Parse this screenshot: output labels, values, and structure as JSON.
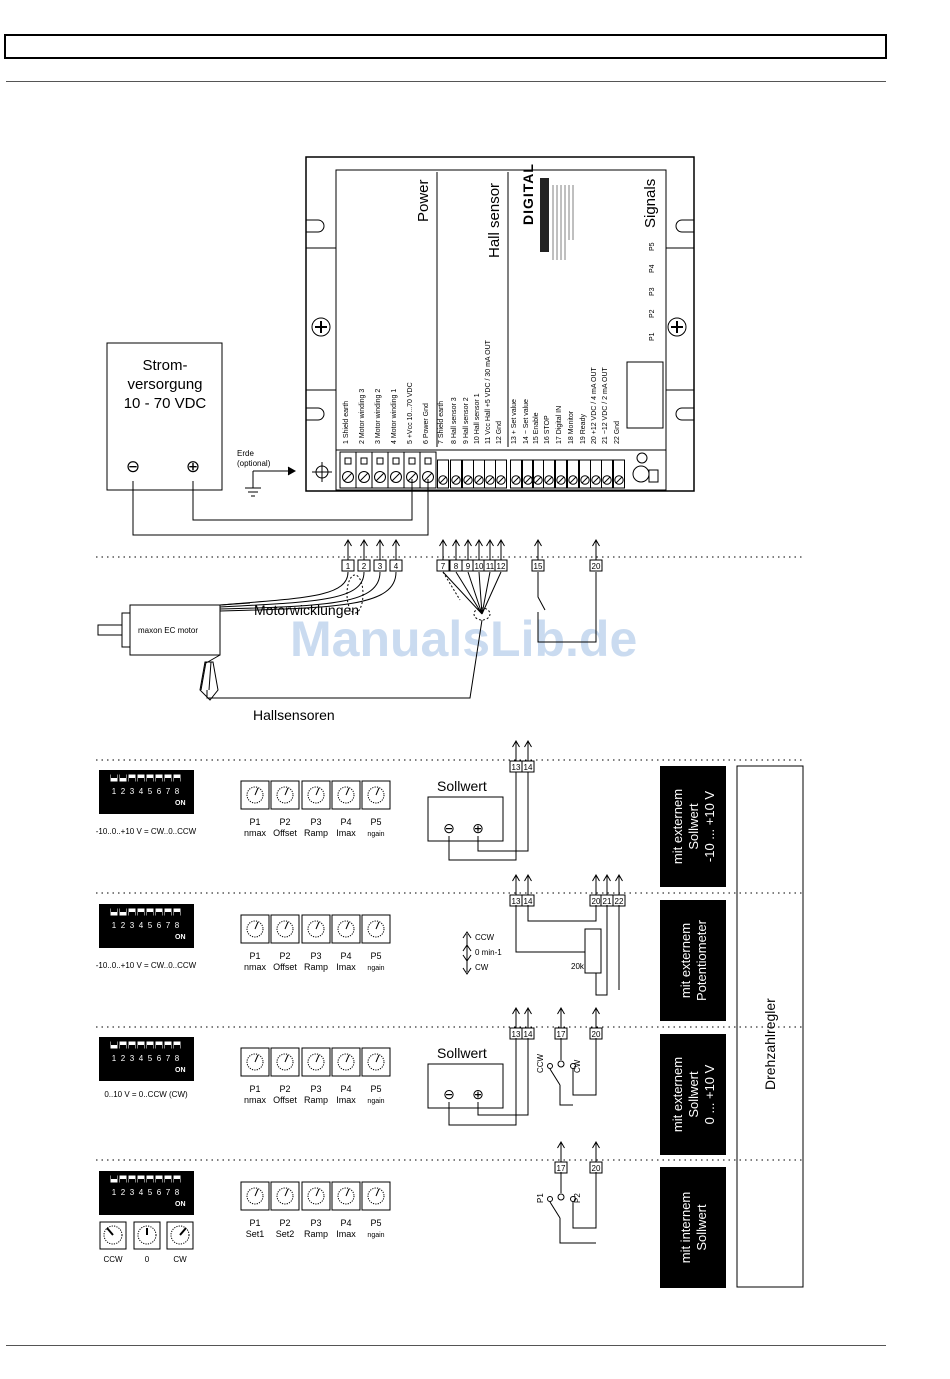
{
  "watermark": "ManualsLib.de",
  "power_supply": {
    "title_lines": [
      "Strom-",
      "versorgung",
      "10 - 70 VDC"
    ],
    "minus": "⊖",
    "plus": "⊕",
    "earth_label": "Erde",
    "earth_sub": "(optional)"
  },
  "controller": {
    "power_title": "Power",
    "hall_title": "Hall sensor",
    "signals_title": "Signals",
    "brand": "DIGITAL",
    "pots": [
      "P1",
      "P2",
      "P3",
      "P4",
      "P5"
    ],
    "power_terminals": [
      "1  Shield earth",
      "2  Motor winding 3",
      "3  Motor winding 2",
      "4  Motor winding 1",
      "5  +Vcc 10...70 VDC",
      "6  Power Gnd"
    ],
    "hall_terminals": [
      "7  Shield earth",
      "8  Hall sensor 3",
      "9  Hall sensor 2",
      "10  Hall sensor 1",
      "11  Vcc Hall +5 VDC / 30 mA OUT",
      "12  Gnd"
    ],
    "signal_terminals": [
      "13  + Set value",
      "14  − Set value",
      "15  Enable",
      "16  STOP",
      "17  Digital IN",
      "18  Monitor",
      "19  Ready",
      "20  +12 VDC / 4 mA OUT",
      "21  −12 VDC / 2 mA OUT",
      "22  Gnd"
    ]
  },
  "wiring": {
    "motor_terminals": [
      "1",
      "2",
      "3",
      "4"
    ],
    "hall_terminals": [
      "7",
      "8",
      "9",
      "10",
      "11",
      "12"
    ],
    "enable_terminal": "15",
    "supply_terminal": "20",
    "motor_label": "maxon EC motor",
    "windings_label": "Motorwicklungen",
    "hall_label": "Hallsensoren"
  },
  "modes": [
    {
      "dip_caption": "-10..0..+10 V = CW..0..CCW",
      "pot_labels": [
        "P1",
        "P2",
        "P3",
        "P4",
        "P5"
      ],
      "pot_subs": [
        "nmax",
        "Offset",
        "Ramp",
        "Imax",
        "ngain"
      ],
      "setpoint_label": "Sollwert",
      "terminals": [
        "13",
        "14"
      ],
      "side_lines": [
        "mit externem",
        "Sollwert",
        "-10 ... +10 V"
      ]
    },
    {
      "dip_caption": "-10..0..+10 V = CW..0..CCW",
      "pot_labels": [
        "P1",
        "P2",
        "P3",
        "P4",
        "P5"
      ],
      "pot_subs": [
        "nmax",
        "Offset",
        "Ramp",
        "Imax",
        "ngain"
      ],
      "terminals": [
        "13",
        "14",
        "20",
        "21",
        "22"
      ],
      "pot_ccw": "CCW",
      "pot_zero": "0 min-1",
      "pot_cw": "CW",
      "pot_value": "20k",
      "side_lines": [
        "mit externem",
        "Potentiometer"
      ]
    },
    {
      "dip_caption": "0..10 V = 0..CCW (CW)",
      "pot_labels": [
        "P1",
        "P2",
        "P3",
        "P4",
        "P5"
      ],
      "pot_subs": [
        "nmax",
        "Offset",
        "Ramp",
        "Imax",
        "ngain"
      ],
      "setpoint_label": "Sollwert",
      "terminals": [
        "13",
        "14",
        "17",
        "20"
      ],
      "switch_left": "CCW",
      "switch_right": "CW",
      "side_lines": [
        "mit externem",
        "Sollwert",
        "0 ... +10 V"
      ]
    },
    {
      "dip_caption": "",
      "pot_labels": [
        "P1",
        "P2",
        "P3",
        "P4",
        "P5"
      ],
      "pot_subs": [
        "Set1",
        "Set2",
        "Ramp",
        "Imax",
        "ngain"
      ],
      "terminals": [
        "17",
        "20"
      ],
      "switch_left": "P1",
      "switch_right": "P2",
      "knob_labels": [
        "CCW",
        "0",
        "CW"
      ],
      "side_lines": [
        "mit internem",
        "Sollwert"
      ]
    }
  ],
  "right_label": "Drehzahlregler",
  "dip_on": "ON"
}
